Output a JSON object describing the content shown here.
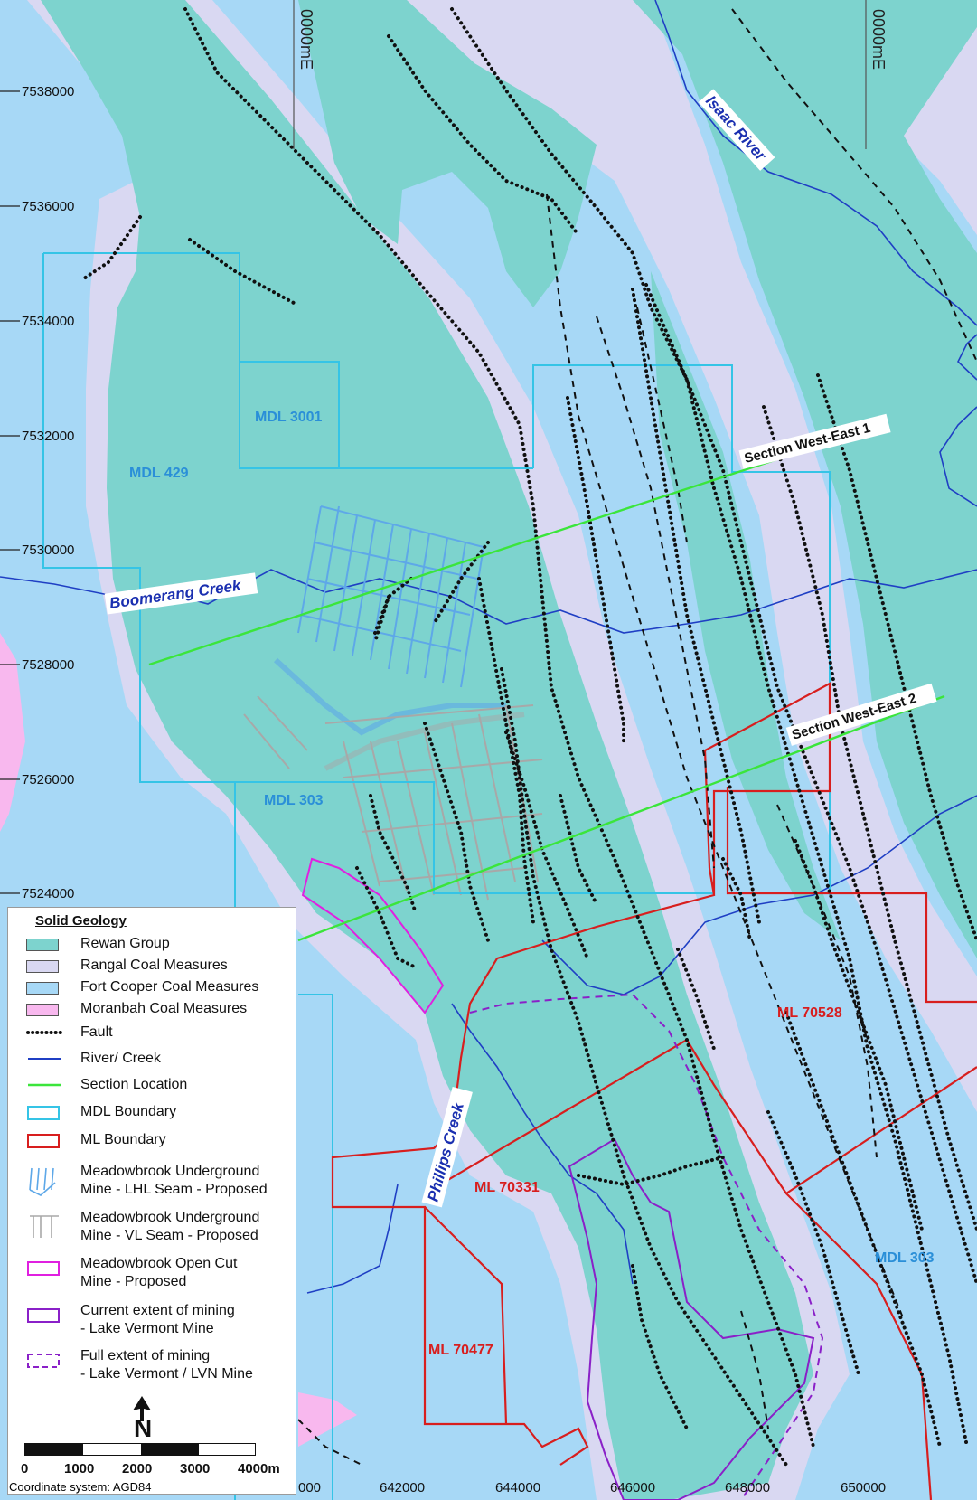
{
  "colors": {
    "rewan": "#7dd3ce",
    "rangal": "#d9d8f2",
    "fort_cooper": "#a7d8f6",
    "moranbah": "#f8b8ee",
    "fault": "#111111",
    "river": "#1f3fc4",
    "section": "#3be53b",
    "mdl": "#35c4e6",
    "ml": "#d81e1e",
    "open_cut": "#e020e0",
    "mining": "#8a20c8",
    "lhl_seam": "#5ea8e8",
    "vl_seam": "#a8a8a8"
  },
  "northings": [
    "7538000",
    "7536000",
    "7534000",
    "7532000",
    "7530000",
    "7528000",
    "7526000",
    "7524000"
  ],
  "eastings": [
    "000",
    "642000",
    "644000",
    "646000",
    "648000",
    "650000"
  ],
  "vertical_grid_labels": [
    "0000mE",
    "0000mE"
  ],
  "tenements": {
    "mdl_3001": "MDL 3001",
    "mdl_429": "MDL 429",
    "mdl_303_a": "MDL 303",
    "mdl_303_b": "MDL 303",
    "ml_70528": "ML 70528",
    "ml_70331": "ML 70331",
    "ml_70477": "ML 70477"
  },
  "waterways": {
    "isaac": "Isaac River",
    "boomerang": "Boomerang Creek",
    "phillips": "Phillips Creek"
  },
  "sections": {
    "s1": "Section West-East 1",
    "s2": "Section West-East 2"
  },
  "legend": {
    "title": "Solid Geology",
    "items": [
      {
        "id": "rewan",
        "label": "Rewan Group",
        "icon": "fill-swatch"
      },
      {
        "id": "rangal",
        "label": "Rangal Coal Measures",
        "icon": "fill-swatch"
      },
      {
        "id": "fort_cooper",
        "label": "Fort Cooper Coal Measures",
        "icon": "fill-swatch"
      },
      {
        "id": "moranbah",
        "label": "Moranbah Coal Measures",
        "icon": "fill-swatch"
      },
      {
        "id": "fault",
        "label": "Fault",
        "icon": "dotted-line"
      },
      {
        "id": "river",
        "label": "River/ Creek",
        "icon": "solid-line"
      },
      {
        "id": "section",
        "label": "Section Location",
        "icon": "solid-line"
      },
      {
        "id": "mdl",
        "label": "MDL Boundary",
        "icon": "outline-box"
      },
      {
        "id": "ml",
        "label": "ML Boundary",
        "icon": "outline-box"
      },
      {
        "id": "lhl_seam",
        "label": "Meadowbrook Underground\nMine - LHL Seam - Proposed",
        "icon": "mine-layout"
      },
      {
        "id": "vl_seam",
        "label": "Meadowbrook Underground\nMine - VL Seam - Proposed",
        "icon": "mine-layout"
      },
      {
        "id": "open_cut",
        "label": "Meadowbrook Open Cut\nMine - Proposed",
        "icon": "outline-box"
      },
      {
        "id": "mining",
        "label": "Current extent of mining\n- Lake Vermont Mine",
        "icon": "outline-box"
      },
      {
        "id": "mining_full",
        "label": "Full extent of mining\n- Lake Vermont / LVN Mine",
        "icon": "dashed-box"
      }
    ],
    "north_label": "N",
    "scale_labels": [
      "0",
      "1000",
      "2000",
      "3000",
      "4000m"
    ],
    "coordinate_system": "Coordinate system: AGD84"
  }
}
